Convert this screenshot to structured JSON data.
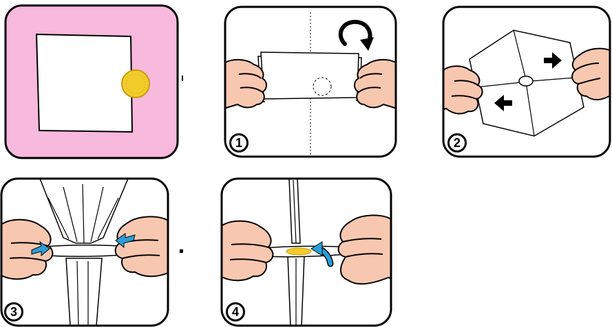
{
  "steps": [
    {
      "number": "1"
    },
    {
      "number": "2"
    },
    {
      "number": "3"
    },
    {
      "number": "4"
    }
  ],
  "colors": {
    "pink": "#f7b9dc",
    "skin": "#f8c7b0",
    "coin": "#f2cc2b",
    "coin_dark": "#c79b10",
    "arrow_blue": "#2a9fd8",
    "ink": "#000000"
  },
  "icons": [
    "rotate-arrow-icon",
    "push-arrow-icon",
    "curved-arrow-icon",
    "coin-icon"
  ]
}
